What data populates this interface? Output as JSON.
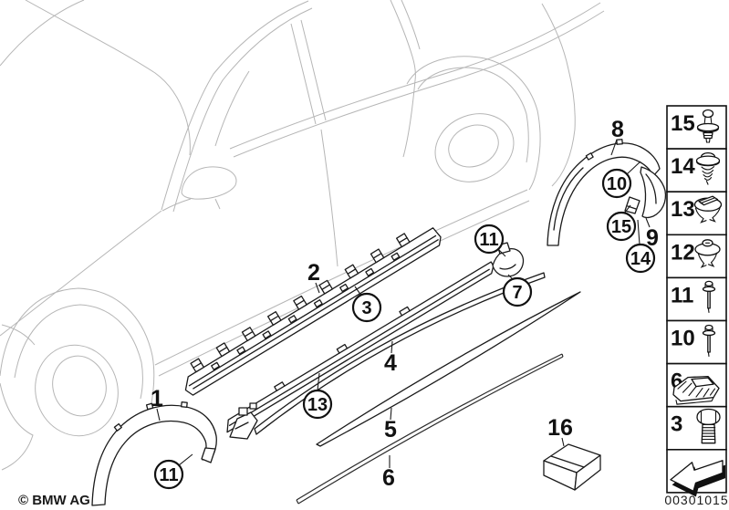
{
  "colors": {
    "background": "#ffffff",
    "part_line": "#1a1a1a",
    "car_outline_line": "#b6b6b6",
    "text": "#111111"
  },
  "footer": {
    "copyright": "© BMW AG",
    "diagram_number": "00301015"
  },
  "callouts": {
    "plain": [
      {
        "n": "1"
      },
      {
        "n": "2"
      },
      {
        "n": "4"
      },
      {
        "n": "5"
      },
      {
        "n": "6"
      },
      {
        "n": "8"
      },
      {
        "n": "9"
      },
      {
        "n": "16"
      }
    ],
    "circled": [
      {
        "n": "3"
      },
      {
        "n": "7"
      },
      {
        "n": "10"
      },
      {
        "n": "11"
      },
      {
        "n": "11"
      },
      {
        "n": "13"
      },
      {
        "n": "14"
      },
      {
        "n": "15"
      }
    ]
  },
  "legend": {
    "items": [
      {
        "number": "15",
        "icon": "expanding-rivet-with-pin-icon"
      },
      {
        "number": "14",
        "icon": "self-tapping-screw-icon"
      },
      {
        "number": "13",
        "icon": "expanding-clip-slotted-icon"
      },
      {
        "number": "12",
        "icon": "expanding-rivet-icon"
      },
      {
        "number": "11",
        "icon": "blind-rivet-icon"
      },
      {
        "number": "10",
        "icon": "blind-rivet-icon"
      },
      {
        "number": "6",
        "icon": "support-buffer-icon"
      },
      {
        "number": "3",
        "icon": "hex-bolt-icon"
      },
      {
        "number": "",
        "icon": "direction-arrow-icon"
      }
    ]
  }
}
